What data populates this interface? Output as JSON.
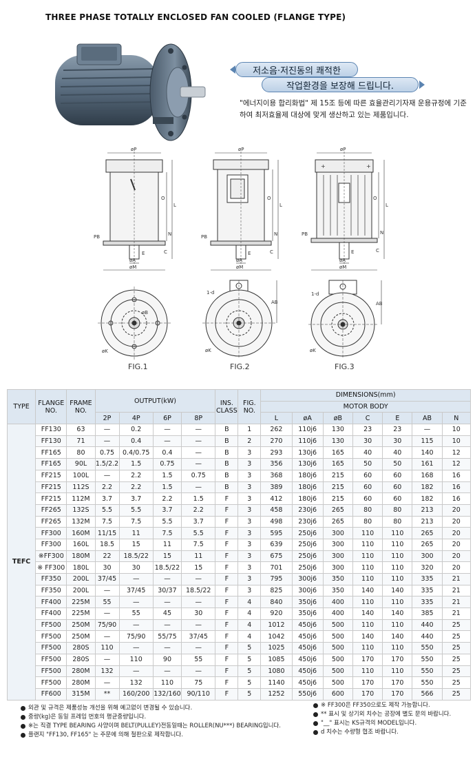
{
  "header": {
    "title": "THREE PHASE TOTALLY ENCLOSED FAN COOLED (FLANGE TYPE)"
  },
  "intro": {
    "slogan_line1": "저소음·저진동의 쾌적한",
    "slogan_line2": "작업환경을 보장해 드립니다.",
    "description": "\"에너지이용 합리화법\" 제 15조 등에 따른 효율관리기자재 운용규정에 기준하여 최저효율제 대상에 맞게 생산하고 있는 제품입니다."
  },
  "figures": {
    "fig1": "FIG.1",
    "fig2": "FIG.2",
    "fig3": "FIG.3",
    "labels": {
      "p": "øP",
      "l": "L",
      "o": "O",
      "n": "N",
      "c": "C",
      "pb": "PB",
      "e": "E",
      "a": "øA",
      "m": "øM",
      "b": "øB",
      "k": "øK",
      "ab": "AB",
      "d": "1-d"
    }
  },
  "table": {
    "headers": {
      "type": "TYPE",
      "flange": "FLANGE NO.",
      "frame": "FRAME NO.",
      "output": "OUTPUT(kW)",
      "ins": "INS. CLASS",
      "fig": "FIG. NO.",
      "dimensions": "DIMENSIONS(mm)",
      "motor_body": "MOTOR BODY"
    },
    "sub_headers": [
      "2P",
      "4P",
      "6P",
      "8P",
      "L",
      "øA",
      "øB",
      "C",
      "E",
      "AB",
      "N"
    ],
    "type_label": "TEFC",
    "rows": [
      [
        "FF130",
        "63",
        "—",
        "0.2",
        "—",
        "—",
        "B",
        "1",
        "262",
        "110j6",
        "130",
        "23",
        "23",
        "—",
        "10"
      ],
      [
        "FF130",
        "71",
        "—",
        "0.4",
        "—",
        "—",
        "B",
        "2",
        "270",
        "110j6",
        "130",
        "30",
        "30",
        "115",
        "10"
      ],
      [
        "FF165",
        "80",
        "0.75",
        "0.4/0.75",
        "0.4",
        "—",
        "B",
        "3",
        "293",
        "130j6",
        "165",
        "40",
        "40",
        "140",
        "12"
      ],
      [
        "FF165",
        "90L",
        "1.5/2.2",
        "1.5",
        "0.75",
        "—",
        "B",
        "3",
        "356",
        "130j6",
        "165",
        "50",
        "50",
        "161",
        "12"
      ],
      [
        "FF215",
        "100L",
        "—",
        "2.2",
        "1.5",
        "0.75",
        "B",
        "3",
        "368",
        "180j6",
        "215",
        "60",
        "60",
        "168",
        "16"
      ],
      [
        "FF215",
        "112S",
        "2.2",
        "2.2",
        "1.5",
        "—",
        "B",
        "3",
        "389",
        "180j6",
        "215",
        "60",
        "60",
        "182",
        "16"
      ],
      [
        "FF215",
        "112M",
        "3.7",
        "3.7",
        "2.2",
        "1.5",
        "F",
        "3",
        "412",
        "180j6",
        "215",
        "60",
        "60",
        "182",
        "16"
      ],
      [
        "FF265",
        "132S",
        "5.5",
        "5.5",
        "3.7",
        "2.2",
        "F",
        "3",
        "458",
        "230j6",
        "265",
        "80",
        "80",
        "213",
        "20"
      ],
      [
        "FF265",
        "132M",
        "7.5",
        "7.5",
        "5.5",
        "3.7",
        "F",
        "3",
        "498",
        "230j6",
        "265",
        "80",
        "80",
        "213",
        "20"
      ],
      [
        "FF300",
        "160M",
        "11/15",
        "11",
        "7.5",
        "5.5",
        "F",
        "3",
        "595",
        "250j6",
        "300",
        "110",
        "110",
        "265",
        "20"
      ],
      [
        "FF300",
        "160L",
        "18.5",
        "15",
        "11",
        "7.5",
        "F",
        "3",
        "639",
        "250j6",
        "300",
        "110",
        "110",
        "265",
        "20"
      ],
      [
        "※FF300",
        "180M",
        "22",
        "18.5/22",
        "15",
        "11",
        "F",
        "3",
        "675",
        "250j6",
        "300",
        "110",
        "110",
        "300",
        "20"
      ],
      [
        "※ FF300",
        "180L",
        "30",
        "30",
        "18.5/22",
        "15",
        "F",
        "3",
        "701",
        "250j6",
        "300",
        "110",
        "110",
        "320",
        "20"
      ],
      [
        "FF350",
        "200L",
        "37/45",
        "—",
        "—",
        "—",
        "F",
        "3",
        "795",
        "300j6",
        "350",
        "110",
        "110",
        "335",
        "21"
      ],
      [
        "FF350",
        "200L",
        "—",
        "37/45",
        "30/37",
        "18.5/22",
        "F",
        "3",
        "825",
        "300j6",
        "350",
        "140",
        "140",
        "335",
        "21"
      ],
      [
        "FF400",
        "225M",
        "55",
        "—",
        "—",
        "—",
        "F",
        "4",
        "840",
        "350j6",
        "400",
        "110",
        "110",
        "335",
        "21"
      ],
      [
        "FF400",
        "225M",
        "—",
        "55",
        "45",
        "30",
        "F",
        "4",
        "920",
        "350j6",
        "400",
        "140",
        "140",
        "385",
        "21"
      ],
      [
        "FF500",
        "250M",
        "75/90",
        "—",
        "—",
        "—",
        "F",
        "4",
        "1012",
        "450j6",
        "500",
        "110",
        "110",
        "440",
        "25"
      ],
      [
        "FF500",
        "250M",
        "—",
        "75/90",
        "55/75",
        "37/45",
        "F",
        "4",
        "1042",
        "450j6",
        "500",
        "140",
        "140",
        "440",
        "25"
      ],
      [
        "FF500",
        "280S",
        "110",
        "—",
        "—",
        "—",
        "F",
        "5",
        "1025",
        "450j6",
        "500",
        "110",
        "110",
        "550",
        "25"
      ],
      [
        "FF500",
        "280S",
        "—",
        "110",
        "90",
        "55",
        "F",
        "5",
        "1085",
        "450j6",
        "500",
        "170",
        "170",
        "550",
        "25"
      ],
      [
        "FF500",
        "280M",
        "132",
        "—",
        "—",
        "—",
        "F",
        "5",
        "1080",
        "450j6",
        "500",
        "110",
        "110",
        "550",
        "25"
      ],
      [
        "FF500",
        "280M",
        "—",
        "132",
        "110",
        "75",
        "F",
        "5",
        "1140",
        "450j6",
        "500",
        "170",
        "170",
        "550",
        "25"
      ],
      [
        "FF600",
        "315M",
        "**",
        "160/200",
        "132/160",
        "90/110",
        "F",
        "5",
        "1252",
        "550j6",
        "600",
        "170",
        "170",
        "566",
        "25"
      ]
    ]
  },
  "notes_left": [
    "외관 및 규격은 제품성능 개선을 위해 예고없이 변경될 수 있습니다.",
    "중량(kg)은 동일 프레임 번호의 평균중량입니다.",
    "※는 직결 TYPE BEARING 사양이며 BELT(PULLEY)전동일때는 ROLLER(NU***) BEARING입니다.",
    "플랜지 \"FF130, FF165\" 는 주문에 의해 철판으로 제작합니다."
  ],
  "notes_right": [
    "※ FF300은 FF350으로도 제작 가능합니다.",
    "** 표시 및 상기외 치수는 공장에 별도 문의 바랍니다.",
    "\"__\" 표시는 KS규격의 MODEL입니다.",
    "d 치수는 수량형 협조 바랍니다."
  ],
  "colors": {
    "header_bg": "#dde7f1",
    "motor_body": "#55687a",
    "slogan_border": "#5b84b1"
  }
}
